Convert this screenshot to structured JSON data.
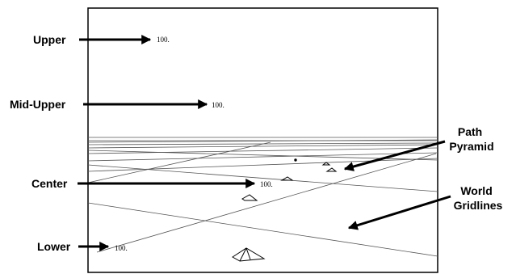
{
  "callouts": {
    "upper": "Upper",
    "mid_upper": "Mid-Upper",
    "center": "Center",
    "lower": "Lower",
    "path_pyramid_line1": "Path",
    "path_pyramid_line2": "Pyramid",
    "world_gridlines_line1": "World",
    "world_gridlines_line2": "Gridlines"
  },
  "readouts": {
    "upper": "100.",
    "mid_upper": "100.",
    "center": "100.",
    "lower": "100."
  },
  "colors": {
    "ink": "#000000",
    "gridline": "#555555",
    "frame": "#000000",
    "background": "#ffffff"
  }
}
